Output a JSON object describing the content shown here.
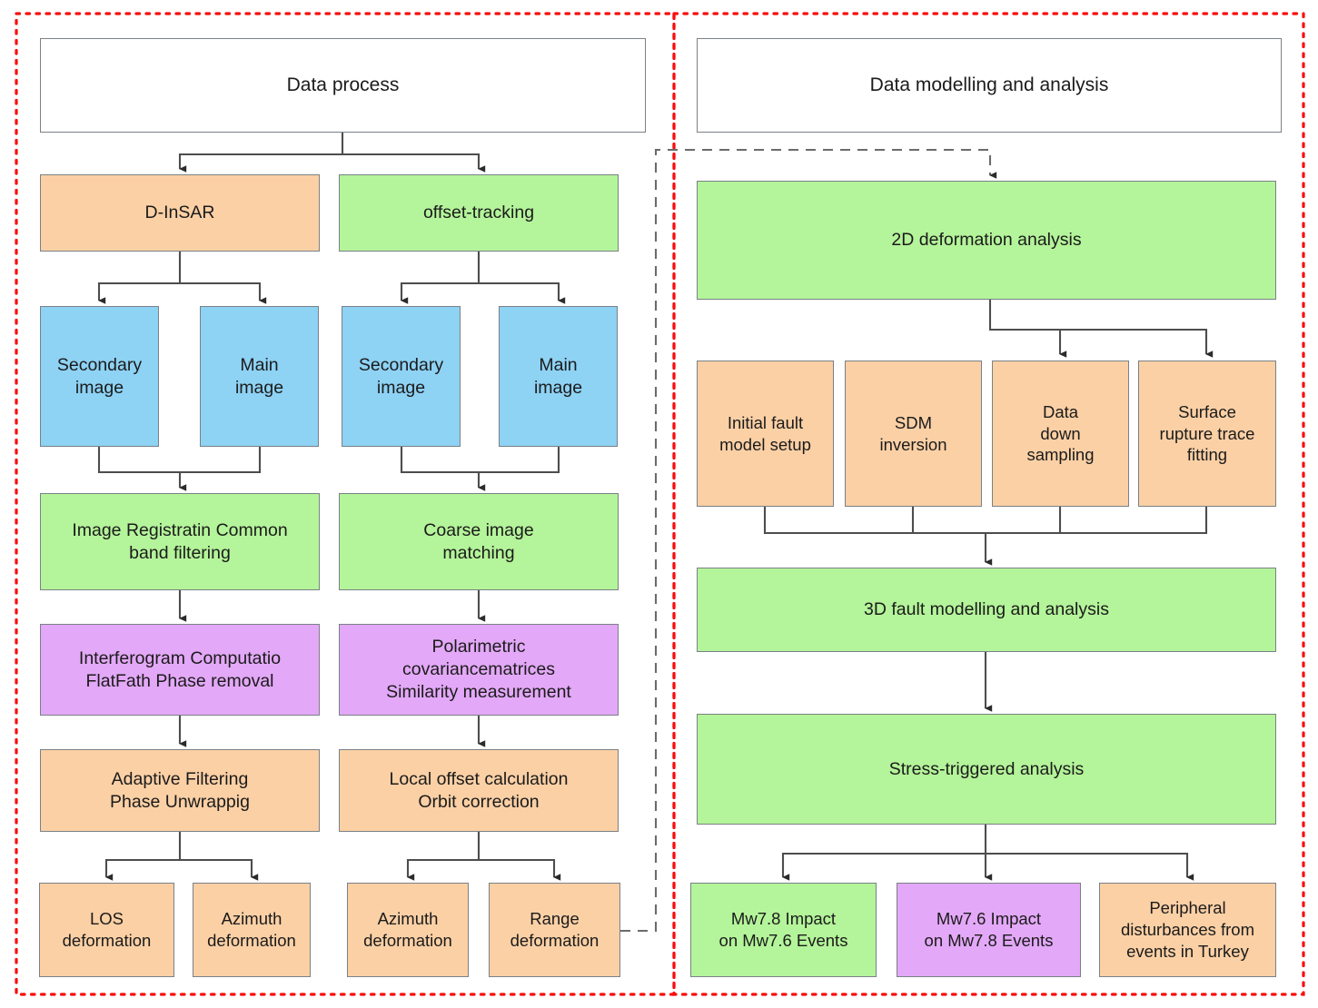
{
  "colors": {
    "orange": "#fbd0a5",
    "green": "#b4f49a",
    "blue": "#8ed2f4",
    "purple": "#e3a8f7",
    "white": "#ffffff",
    "box_stroke": "#7a8186",
    "panel_border": "#fb0b0b",
    "connector": "#4d4d4d",
    "dashed_connector": "#6b6b6b",
    "text": "#1b1b1b"
  },
  "panels": [
    {
      "id": "data-process",
      "title": "Data process"
    },
    {
      "id": "data-modelling",
      "title": "Data modelling and analysis"
    }
  ],
  "left_panel": {
    "header": "Data process",
    "branch_insar": "D-InSAR",
    "branch_offset": "offset-tracking",
    "insar_secondary": "Secondary\nimage",
    "insar_main": "Main\nimage",
    "offset_secondary": "Secondary\nimage",
    "offset_main": "Main\nimage",
    "insar_registration": "Image Registratin Common\nband filtering",
    "offset_coarse": "Coarse image\nmatching",
    "insar_interferogram": "Interferogram Computatio\nFlatFath Phase removal",
    "offset_polarimetric": "Polarimetric\ncovariancematrices\nSimilarity measurement",
    "insar_adaptive": "Adaptive Filtering\nPhase Unwrappig",
    "offset_local": "Local offset calculation\nOrbit correction",
    "out_los": "LOS\ndeformation",
    "out_azimuth_insar": "Azimuth\ndeformation",
    "out_azimuth_offset": "Azimuth\ndeformation",
    "out_range": "Range\ndeformation"
  },
  "right_panel": {
    "header": "Data modelling and analysis",
    "deformation_2d": "2D deformation analysis",
    "initial_fault": "Initial fault\nmodel setup",
    "sdm_inversion": "SDM\ninversion",
    "data_downsampling": "Data\ndown\nsampling",
    "surface_rupture": "Surface\nrupture trace\nfitting",
    "fault_3d": "3D fault modelling and analysis",
    "stress_triggered": "Stress-triggered analysis",
    "impact_78_on_76": "Mw7.8 Impact\non Mw7.6 Events",
    "impact_76_on_78": "Mw7.6 Impact\non Mw7.8 Events",
    "peripheral": "Peripheral\ndisturbances from\nevents in Turkey"
  }
}
